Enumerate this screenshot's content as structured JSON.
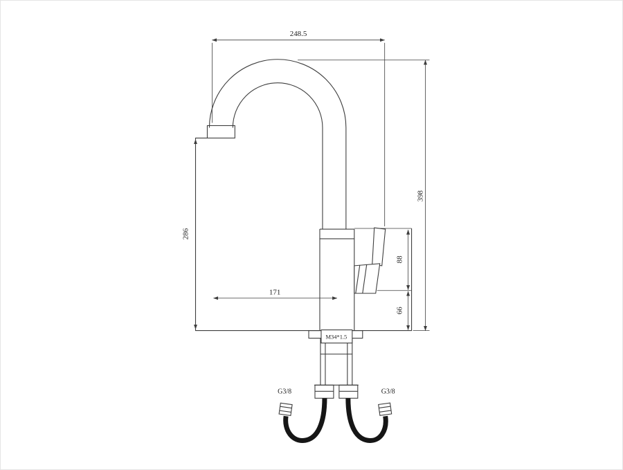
{
  "drawing": {
    "colors": {
      "line": "#3d3d3d",
      "text": "#1f1f1f",
      "hose": "#161616",
      "background": "#ffffff",
      "border": "#e4e4e4"
    },
    "labels": {
      "width": "248.5",
      "height_total": "398",
      "height_spout": "286",
      "reach": "171",
      "handle_zone": "88",
      "base_zone": "66",
      "thread": "M34*1.5",
      "hose_left": "G3/8",
      "hose_right": "G3/8"
    }
  }
}
